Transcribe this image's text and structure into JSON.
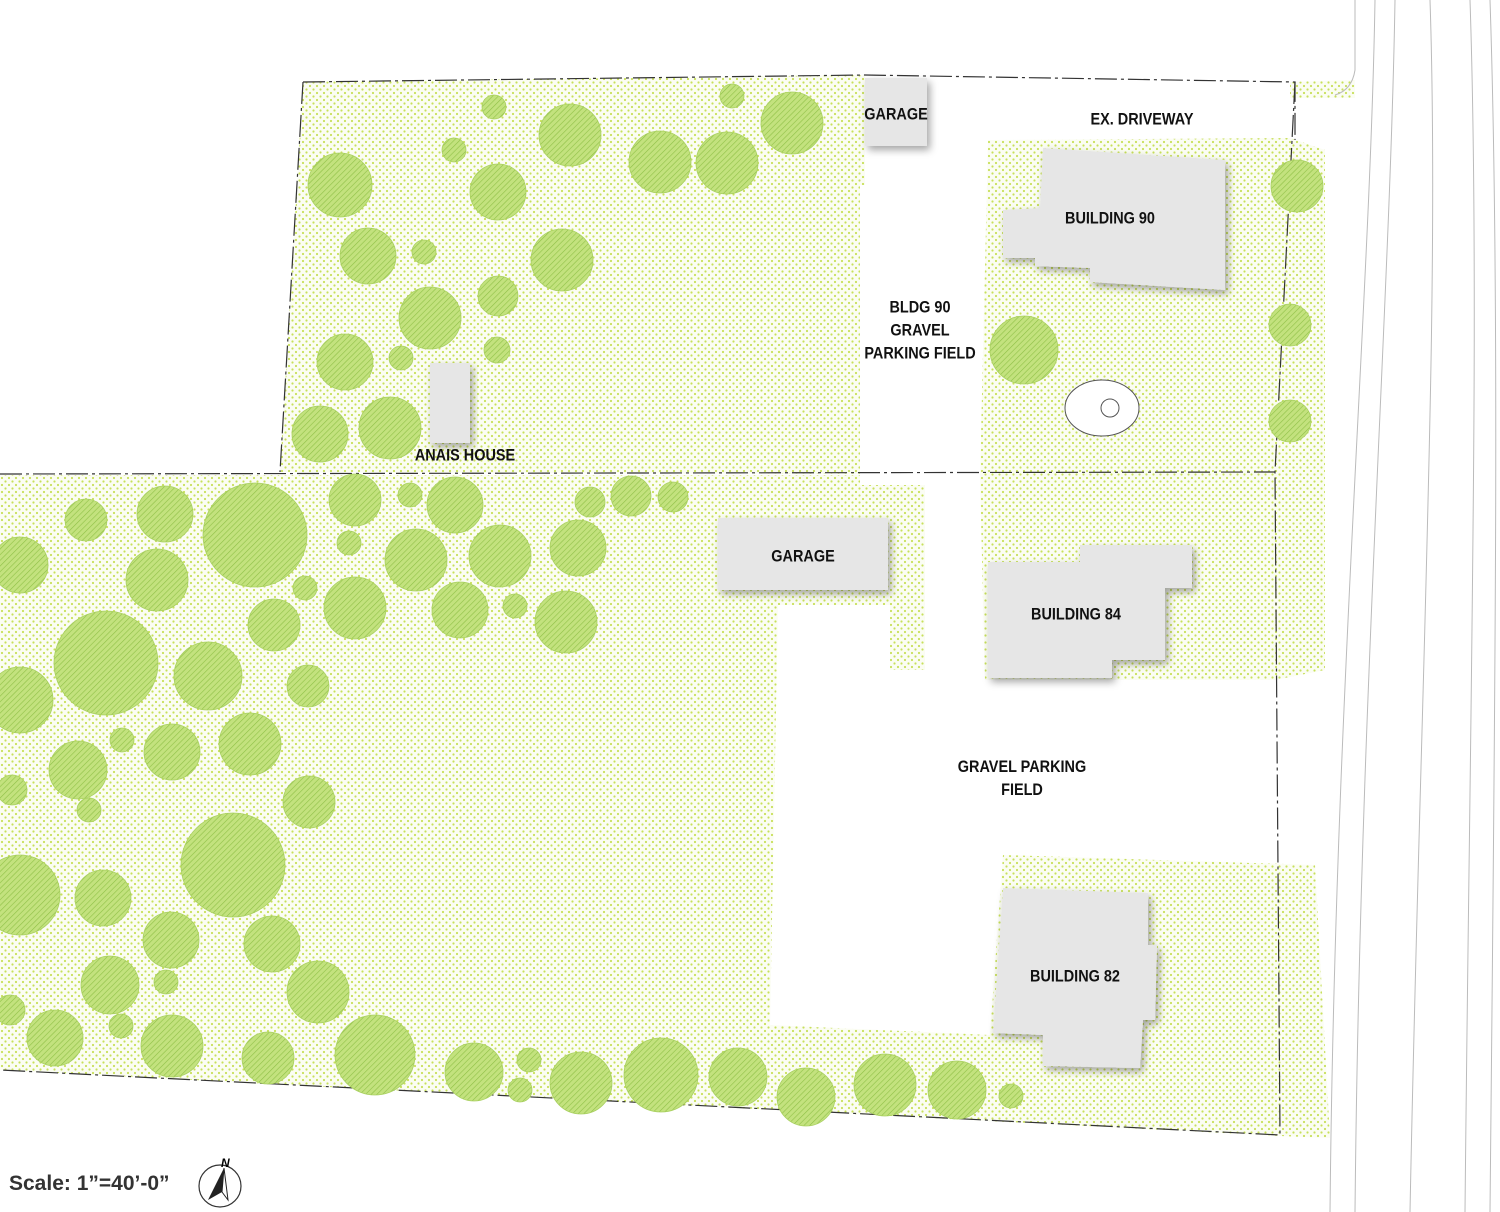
{
  "title": "Site Plan",
  "labels": {
    "garage_top": "GARAGE",
    "ex_driveway": "EX. DRIVEWAY",
    "building_90": "BUILDING 90",
    "bldg90_parking": "BLDG 90\nGRAVEL\nPARKING FIELD",
    "anais_house": "ANAIS HOUSE",
    "garage_mid": "GARAGE",
    "building_84": "BUILDING 84",
    "gravel_parking": "GRAVEL PARKING\nFIELD",
    "building_82": "BUILDING 82"
  },
  "scale": "Scale: 1”=40’-0”",
  "north_arrow_label": "N",
  "colors": {
    "lawn_dot": "#c8e05a",
    "tree": "#b7dc6a",
    "tree_hatch": "#7fb33a",
    "building": "#e6e6e6",
    "line": "#333333"
  }
}
